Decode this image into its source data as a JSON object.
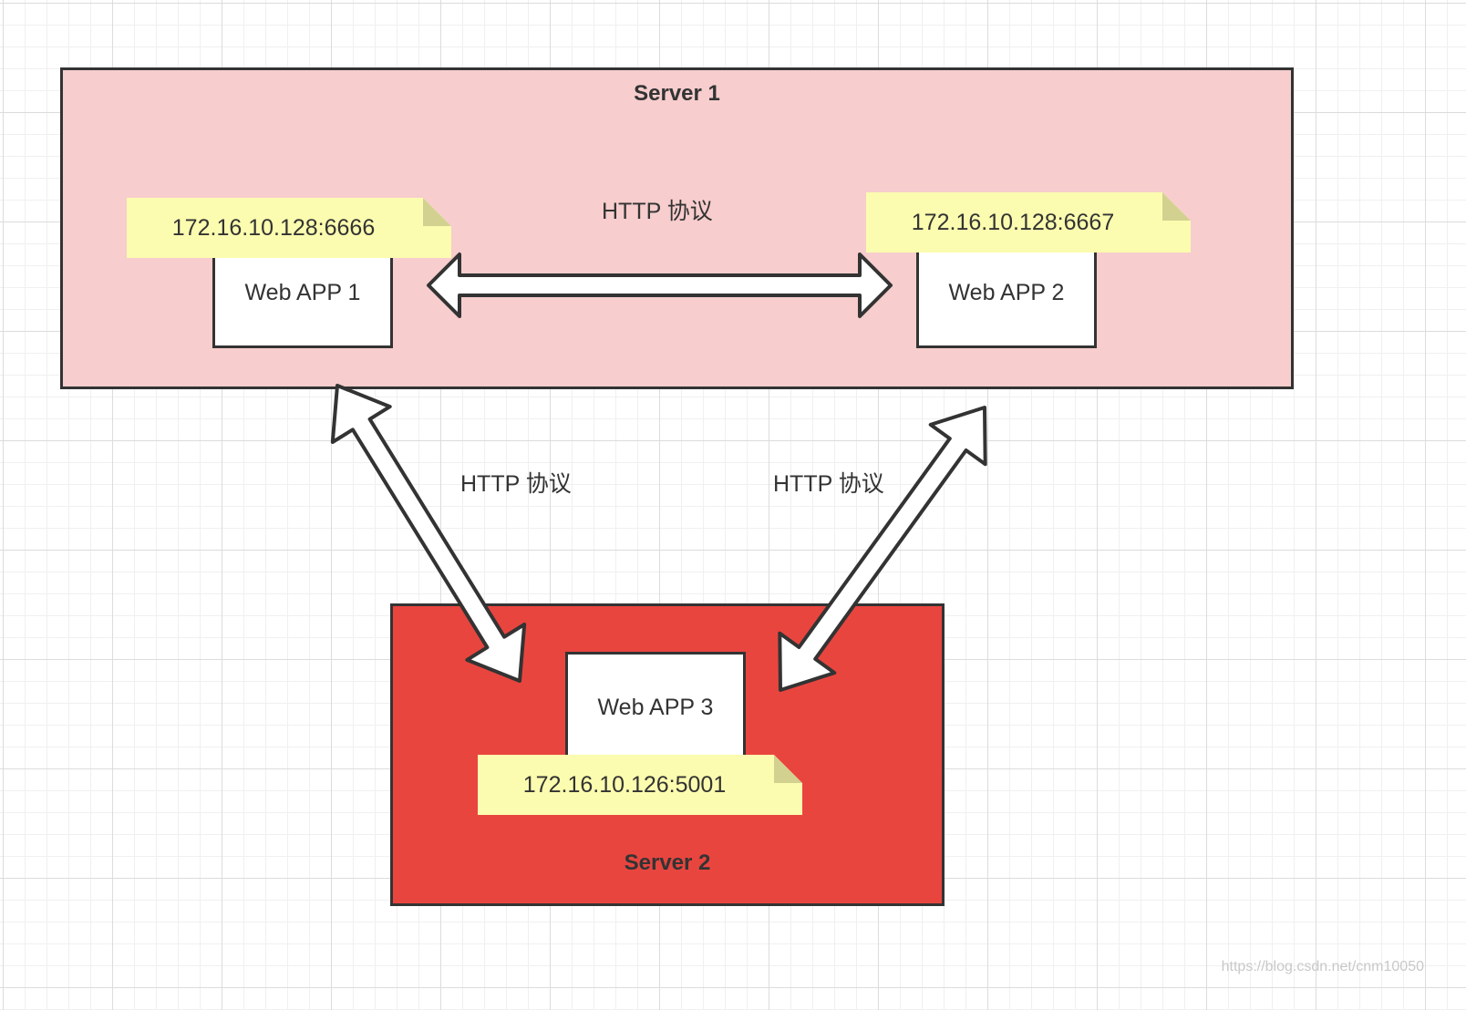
{
  "colors": {
    "server1_fill": "#f7cdcd",
    "server2_fill": "#e9453f",
    "note_fill": "#fbfcaf",
    "note_fold": "#d3d190",
    "stroke": "#333333"
  },
  "servers": [
    {
      "title": "Server 1"
    },
    {
      "title": "Server 2"
    }
  ],
  "apps": [
    {
      "label": "Web APP 1",
      "address": "172.16.10.128:6666"
    },
    {
      "label": "Web APP 2",
      "address": "172.16.10.128:6667"
    },
    {
      "label": "Web APP 3",
      "address": "172.16.10.126:5001"
    }
  ],
  "connections": [
    {
      "from": "Web APP 1",
      "to": "Web APP 2",
      "label": "HTTP 协议"
    },
    {
      "from": "Web APP 1",
      "to": "Web APP 3",
      "label": "HTTP 协议"
    },
    {
      "from": "Web APP 2",
      "to": "Web APP 3",
      "label": "HTTP 协议"
    }
  ],
  "watermark": "https://blog.csdn.net/cnm10050"
}
